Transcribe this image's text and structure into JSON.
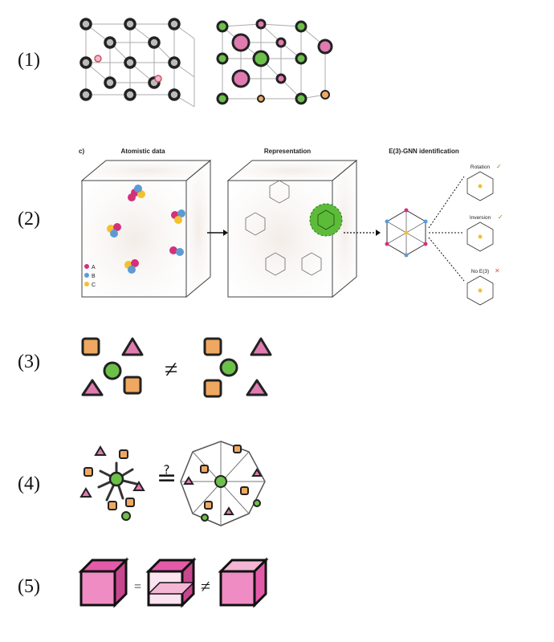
{
  "rows": {
    "r1": {
      "label": "(1)"
    },
    "r2": {
      "label": "(2)",
      "panel_tag": "c)",
      "titles": {
        "atomistic": "Atomistic data",
        "representation": "Representation",
        "identification": "E(3)-GNN identification"
      },
      "legend": [
        {
          "label": "A",
          "color": "#d4317a"
        },
        {
          "label": "B",
          "color": "#5b9bd5"
        },
        {
          "label": "C",
          "color": "#f2c12e"
        }
      ],
      "outcomes": [
        {
          "label": "Rotation",
          "mark": "✓",
          "mark_color": "#5aa02c"
        },
        {
          "label": "Inversion",
          "mark": "✓",
          "mark_color": "#5aa02c"
        },
        {
          "label": "No E(3)",
          "mark": "✕",
          "mark_color": "#d9534f"
        }
      ]
    },
    "r3": {
      "label": "(3)",
      "relation": "≠"
    },
    "r4": {
      "label": "(4)",
      "relation": "≟"
    },
    "r5": {
      "label": "(5)",
      "relation_eq": "=",
      "relation_neq": "≠"
    }
  },
  "colors": {
    "pink": "#e07bb0",
    "pink_light": "#f3b6d4",
    "green": "#6cc04a",
    "orange": "#f0a860",
    "ink": "#222222",
    "cube_pink": "#e55aa8"
  }
}
